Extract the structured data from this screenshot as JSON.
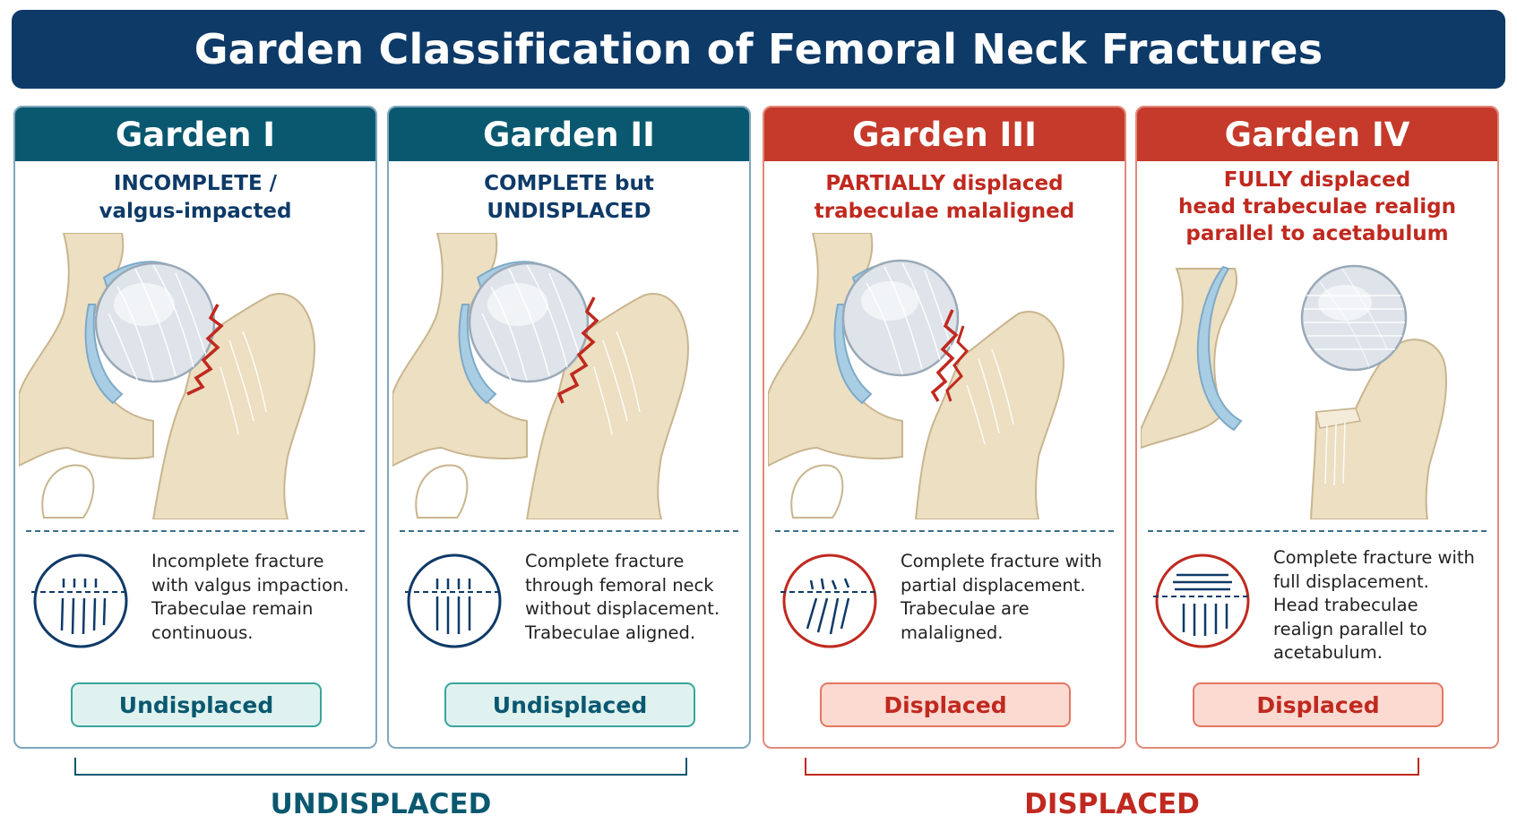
{
  "title": "Garden Classification of Femoral Neck Fractures",
  "colors": {
    "title_bg": "#0e3a68",
    "undisplaced_primary": "#0a5870",
    "undisplaced_text": "#0e3a68",
    "undisplaced_badge_bg": "#dff2ef",
    "undisplaced_badge_border": "#3aa59b",
    "displaced_primary": "#c53a2a",
    "displaced_text": "#c0291f",
    "displaced_badge_bg": "#fbdad1",
    "displaced_badge_border": "#e27863",
    "bone": "#ecdfc2",
    "fracture_line": "#c0291f"
  },
  "cards": [
    {
      "header": "Garden I",
      "subtitle": [
        "INCOMPLETE /",
        "valgus-impacted"
      ],
      "description": [
        "Incomplete fracture",
        "with valgus impaction.",
        "Trabeculae remain",
        "continuous."
      ],
      "badge": "Undisplaced",
      "pattern_icon": "incomplete-trabeculae-icon",
      "illustration": "hip-joint-incomplete-fracture"
    },
    {
      "header": "Garden II",
      "subtitle": [
        "COMPLETE but",
        "UNDISPLACED"
      ],
      "description": [
        "Complete fracture",
        "through femoral neck",
        "without displacement.",
        "Trabeculae aligned."
      ],
      "badge": "Undisplaced",
      "pattern_icon": "aligned-trabeculae-icon",
      "illustration": "hip-joint-complete-undisplaced-fracture"
    },
    {
      "header": "Garden III",
      "subtitle": [
        "PARTIALLY displaced",
        "trabeculae malaligned"
      ],
      "description": [
        "Complete fracture with",
        "partial displacement.",
        "Trabeculae are",
        "malaligned."
      ],
      "badge": "Displaced",
      "pattern_icon": "malaligned-trabeculae-icon",
      "illustration": "hip-joint-partially-displaced-fracture"
    },
    {
      "header": "Garden IV",
      "subtitle": [
        "FULLY displaced",
        "head trabeculae realign",
        "parallel to acetabulum"
      ],
      "description": [
        "Complete fracture with",
        "full displacement.",
        "Head trabeculae",
        "realign parallel to",
        "acetabulum."
      ],
      "badge": "Displaced",
      "pattern_icon": "parallel-trabeculae-icon",
      "illustration": "hip-joint-fully-displaced-fracture"
    }
  ],
  "groups": [
    {
      "label": "UNDISPLACED"
    },
    {
      "label": "DISPLACED"
    }
  ]
}
